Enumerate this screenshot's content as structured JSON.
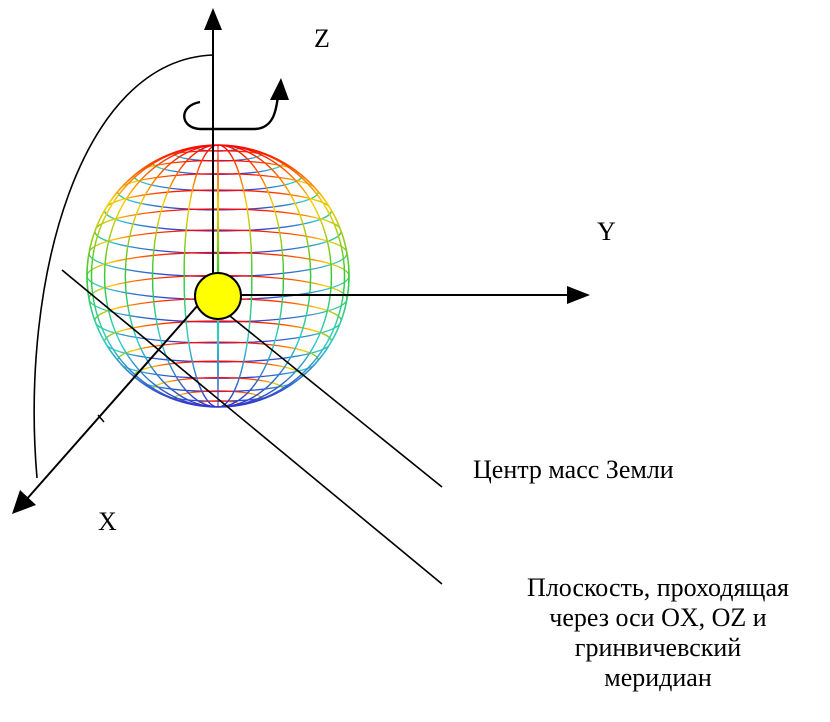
{
  "axes": {
    "z_label": "Z",
    "y_label": "Y",
    "x_label": "X"
  },
  "labels": {
    "center_of_mass": "Центр масс Земли",
    "plane_line1": "Плоскость, проходящая",
    "plane_line2": "через оси OX, OZ  и",
    "plane_line3": "гринвичевский",
    "plane_line4": "меридиан"
  },
  "colors": {
    "axes": "#000000",
    "center_point_fill": "#ffff00",
    "globe_top": "#ff0000",
    "globe_upper": "#ffcc00",
    "globe_middle": "#33cc33",
    "globe_lower": "#33cccc",
    "globe_bottom": "#3333cc"
  },
  "icons": {
    "rotation_arrow": "rotation-arrow-icon",
    "center_point": "center-of-mass-point"
  }
}
